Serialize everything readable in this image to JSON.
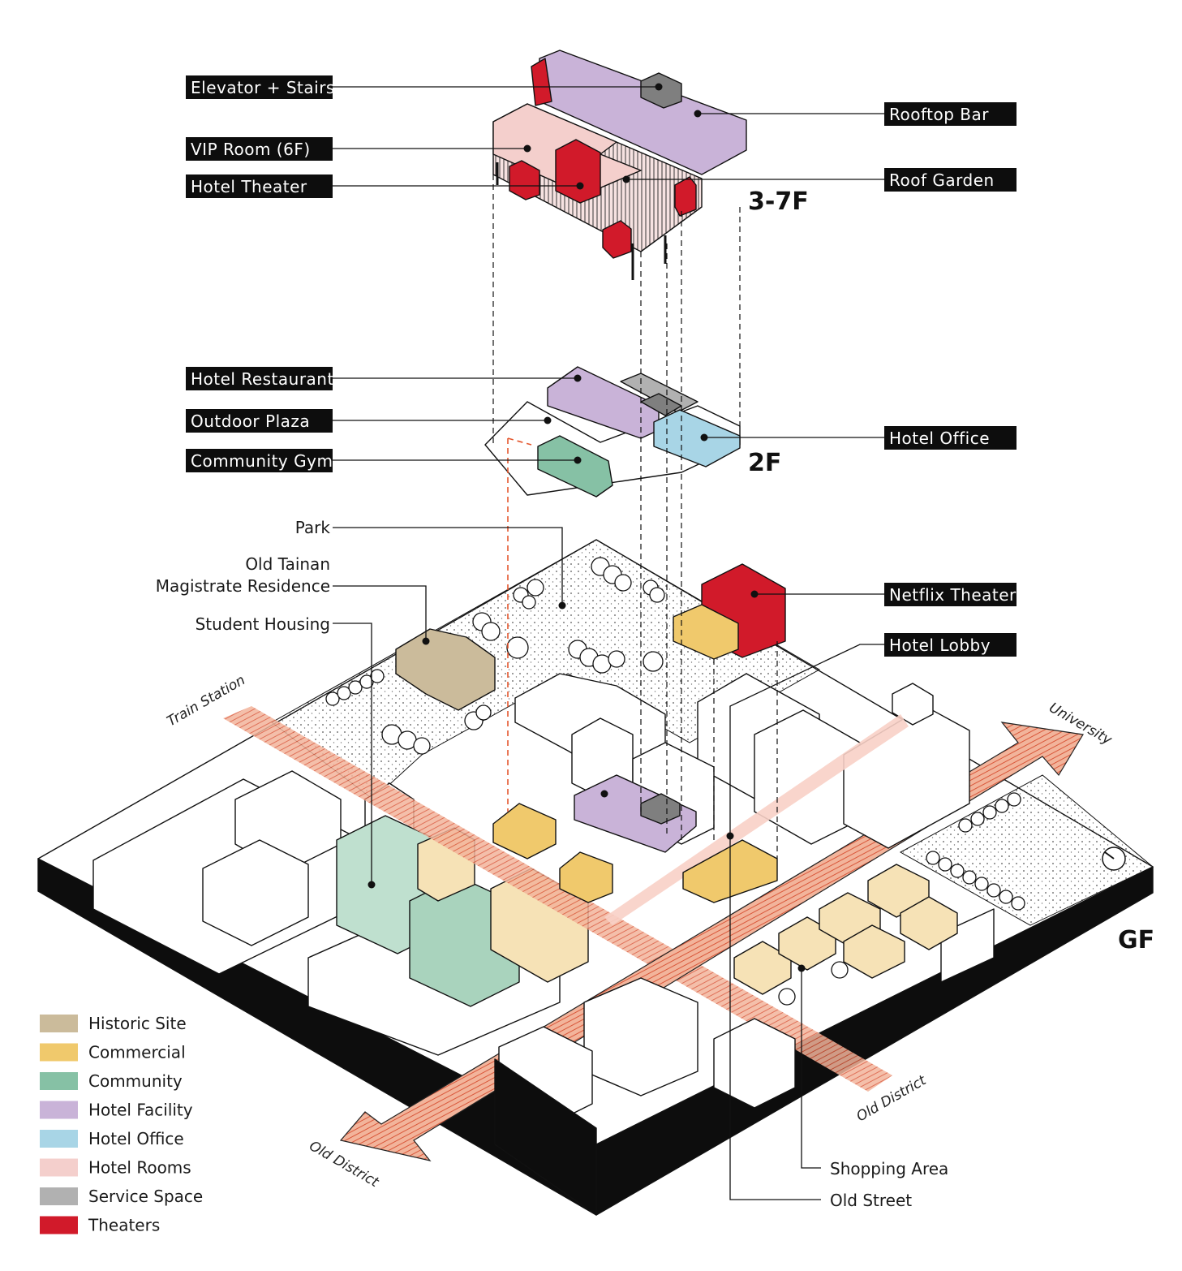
{
  "labels": {
    "elevator_stairs": "Elevator + Stairs",
    "vip_room": "VIP Room (6F)",
    "hotel_theater": "Hotel Theater",
    "rooftop_bar": "Rooftop Bar",
    "roof_garden": "Roof Garden",
    "hotel_restaurant": "Hotel Restaurant",
    "outdoor_plaza": "Outdoor Plaza",
    "community_gym": "Community Gym",
    "hotel_office": "Hotel Office",
    "park": "Park",
    "magistrate_line1": "Old Tainan",
    "magistrate_line2": "Magistrate Residence",
    "student_housing": "Student Housing",
    "netflix_theater": "Netflix Theater",
    "hotel_lobby": "Hotel Lobby",
    "shopping_area": "Shopping Area",
    "old_street": "Old Street"
  },
  "floors": {
    "upper": "3-7F",
    "second": "2F",
    "ground": "GF"
  },
  "directions": {
    "train_station": "Train Station",
    "university": "University",
    "old_district_right": "Old District",
    "old_district_left": "Old District"
  },
  "legend": [
    {
      "label": "Historic Site",
      "color": "#cbbb9b"
    },
    {
      "label": "Commercial",
      "color": "#f0c96c"
    },
    {
      "label": "Community",
      "color": "#86c1a5"
    },
    {
      "label": "Hotel Facility",
      "color": "#c9b3d8"
    },
    {
      "label": "Hotel Office",
      "color": "#a8d5e6"
    },
    {
      "label": "Hotel Rooms",
      "color": "#f4cfcc"
    },
    {
      "label": "Service Space",
      "color": "#b1b1b1"
    },
    {
      "label": "Theaters",
      "color": "#d11a2a"
    }
  ]
}
